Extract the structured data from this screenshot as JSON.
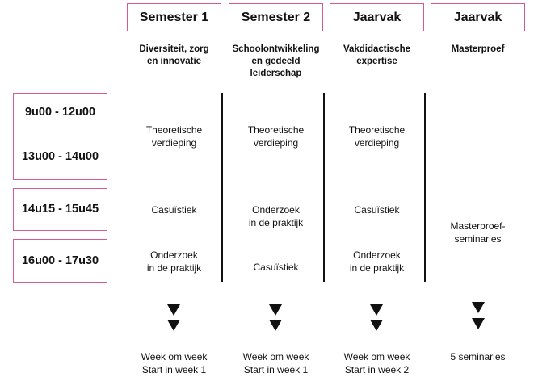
{
  "columns": [
    {
      "header": "Semester 1",
      "subtitle": "Diversiteit, zorg\nen innovatie",
      "row1": "Theoretische\nverdieping",
      "row2": "Casuïstiek",
      "row3": "Onderzoek\nin de praktijk",
      "footer": "Week om week\nStart in week 1"
    },
    {
      "header": "Semester 2",
      "subtitle": "Schoolontwikkeling\nen gedeeld\nleiderschap",
      "row1": "Theoretische\nverdieping",
      "row2": "Onderzoek\nin de praktijk",
      "row3": "Casuïstiek",
      "footer": "Week om week\nStart in week 1"
    },
    {
      "header": "Jaarvak",
      "subtitle": "Vakdidactische\nexpertise",
      "row1": "Theoretische\nverdieping",
      "row2": "Casuïstiek",
      "row3": "Onderzoek\nin de praktijk",
      "footer": "Week om week\nStart in week 2"
    },
    {
      "header": "Jaarvak",
      "subtitle": "Masterproef",
      "merged": "Masterproef-\nseminaries",
      "footer": "5 seminaries"
    }
  ],
  "times": [
    "9u00 - 12u00",
    "13u00 - 14u00",
    "14u15 - 15u45",
    "16u00 - 17u30"
  ],
  "colors": {
    "accent": "#d65a92",
    "text": "#111111"
  }
}
